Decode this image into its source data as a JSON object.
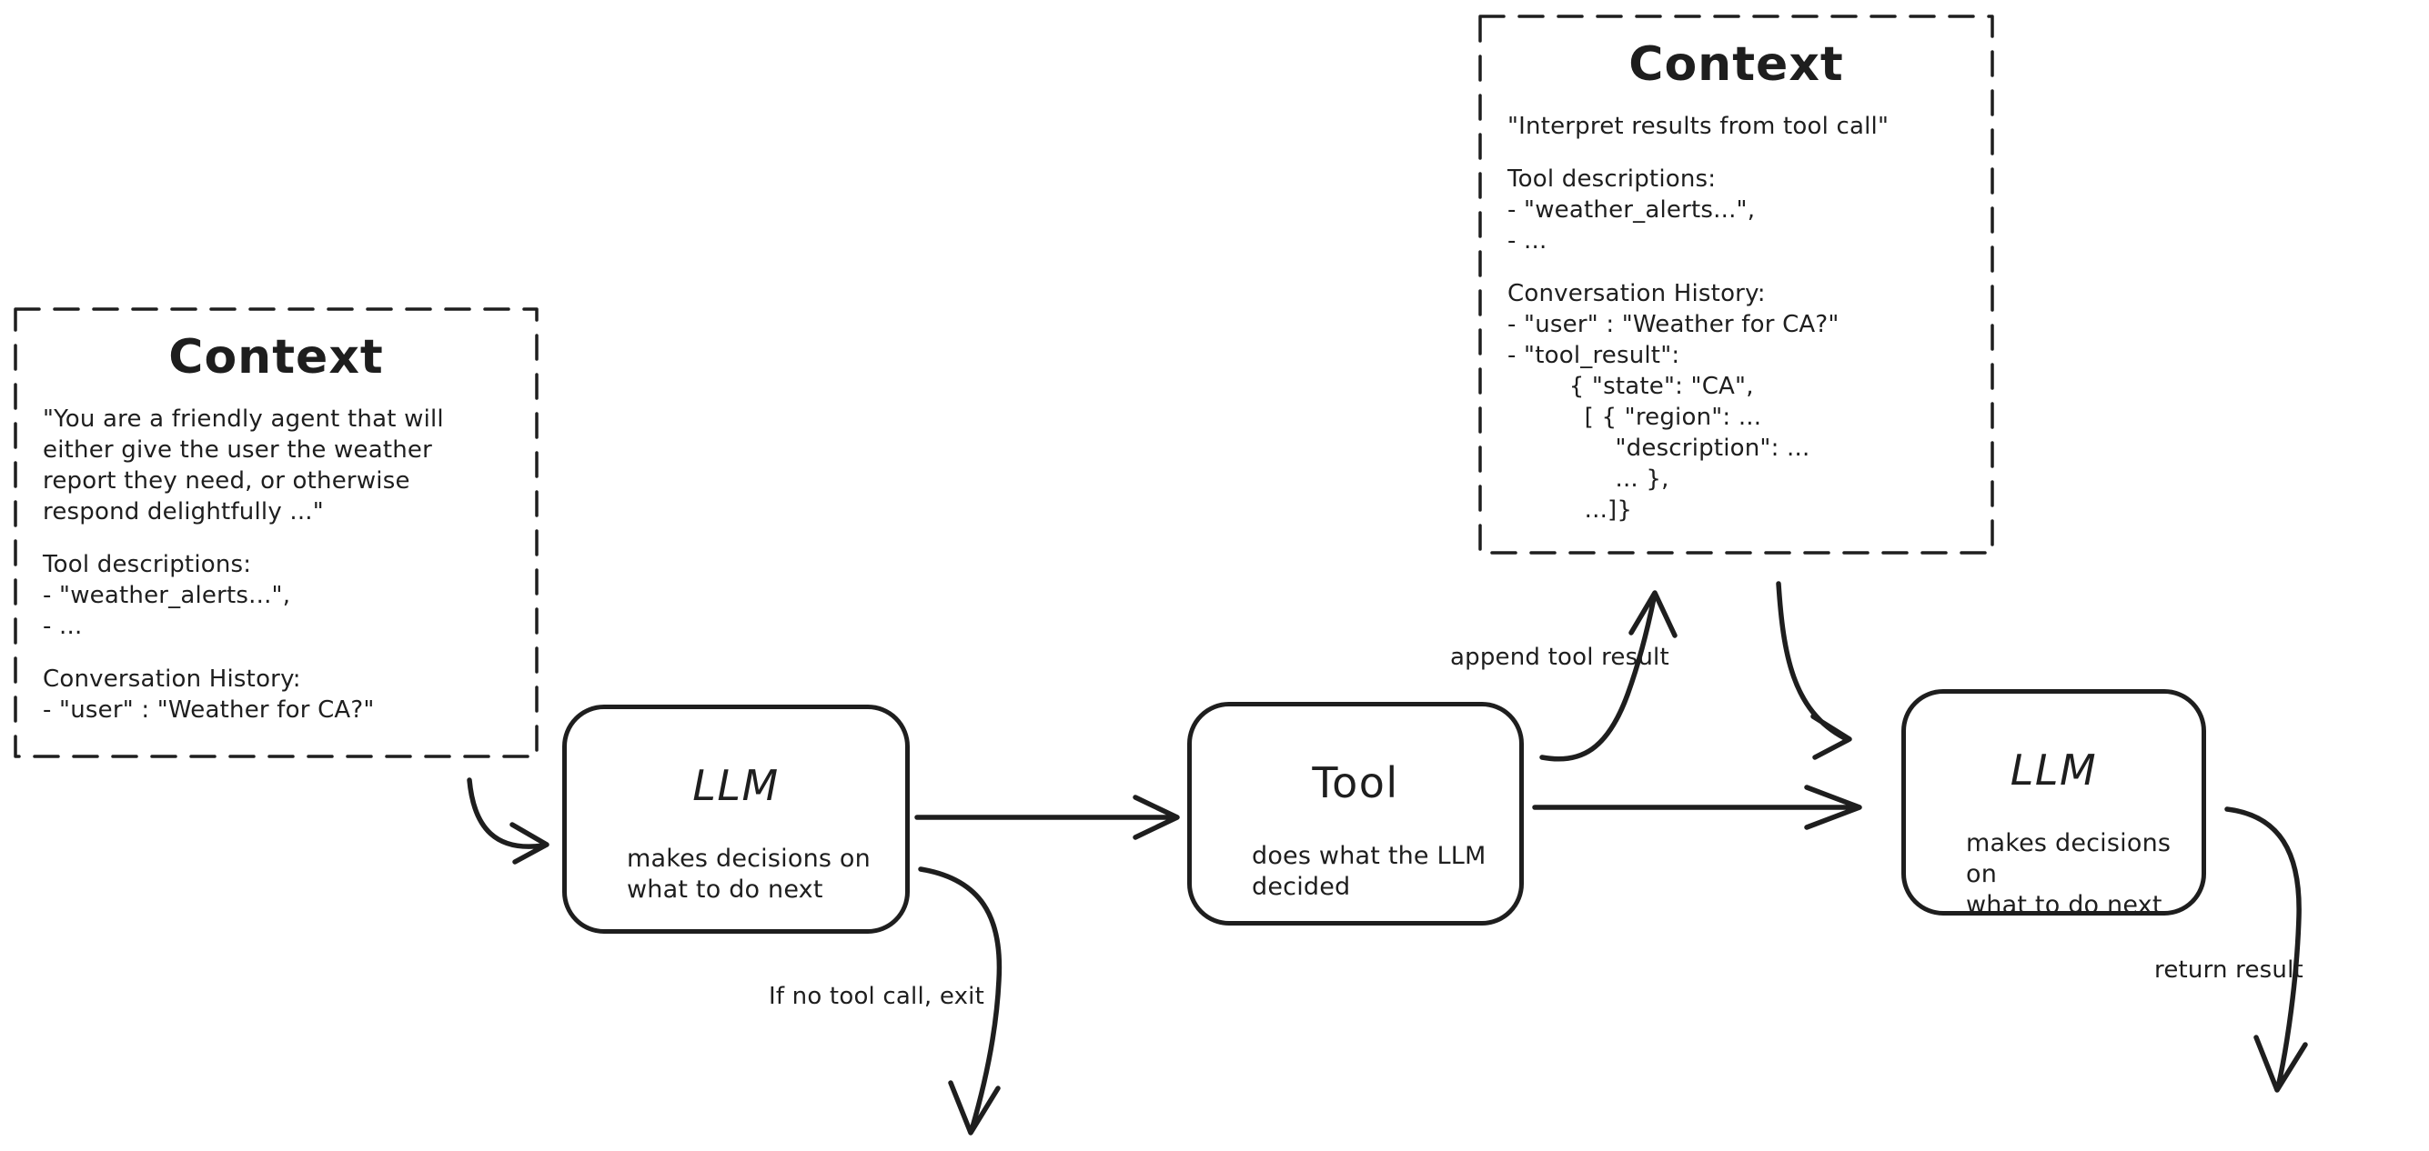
{
  "canvas": {
    "ink": "#1e1e1e",
    "background": "#ffffff"
  },
  "context_left": {
    "title": "Context",
    "lines": [
      "\"You are a friendly agent that will",
      "either give the user the weather",
      "report they need, or otherwise",
      "respond delightfully ...\"",
      "",
      "Tool descriptions:",
      "- \"weather_alerts...\",",
      "- ...",
      "",
      "Conversation History:",
      "- \"user\" : \"Weather for CA?\""
    ]
  },
  "context_top": {
    "title": "Context",
    "lines": [
      "\"Interpret results from tool call\"",
      "",
      "Tool descriptions:",
      "- \"weather_alerts...\",",
      "- ...",
      "",
      "Conversation History:",
      "- \"user\" : \"Weather for CA?\"",
      "- \"tool_result\":",
      "        { \"state\": \"CA\",",
      "          [ { \"region\": ...",
      "              \"description\": ...",
      "              ... },",
      "          ...]}"
    ]
  },
  "nodes": {
    "llm1": {
      "title": "LLM",
      "subtitle": "makes decisions on\nwhat to do next"
    },
    "tool": {
      "title": "Tool",
      "subtitle": "does what the LLM\ndecided"
    },
    "llm2": {
      "title": "LLM",
      "subtitle": "makes decisions on\nwhat to do next"
    }
  },
  "edge_labels": {
    "append_tool_result": "append tool result",
    "no_tool_call_exit": "If no tool call, exit",
    "return_result": "return result"
  }
}
